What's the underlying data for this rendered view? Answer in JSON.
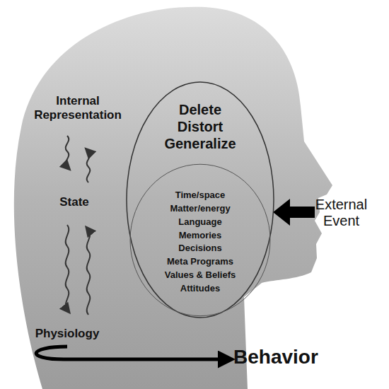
{
  "diagram": {
    "nodes": [
      {
        "text": [
          "Delete Distort Generalize",
          "Time/space",
          "Matter/energy",
          "Language",
          "Memories",
          "Decisions",
          "Meta Programs",
          "Values & Beliefs",
          "Attitudes"
        ]
      }
    ],
    "labels": [
      "Internal Representation",
      "State",
      "Physiology",
      "Behavior",
      "External Event"
    ]
  }
}
